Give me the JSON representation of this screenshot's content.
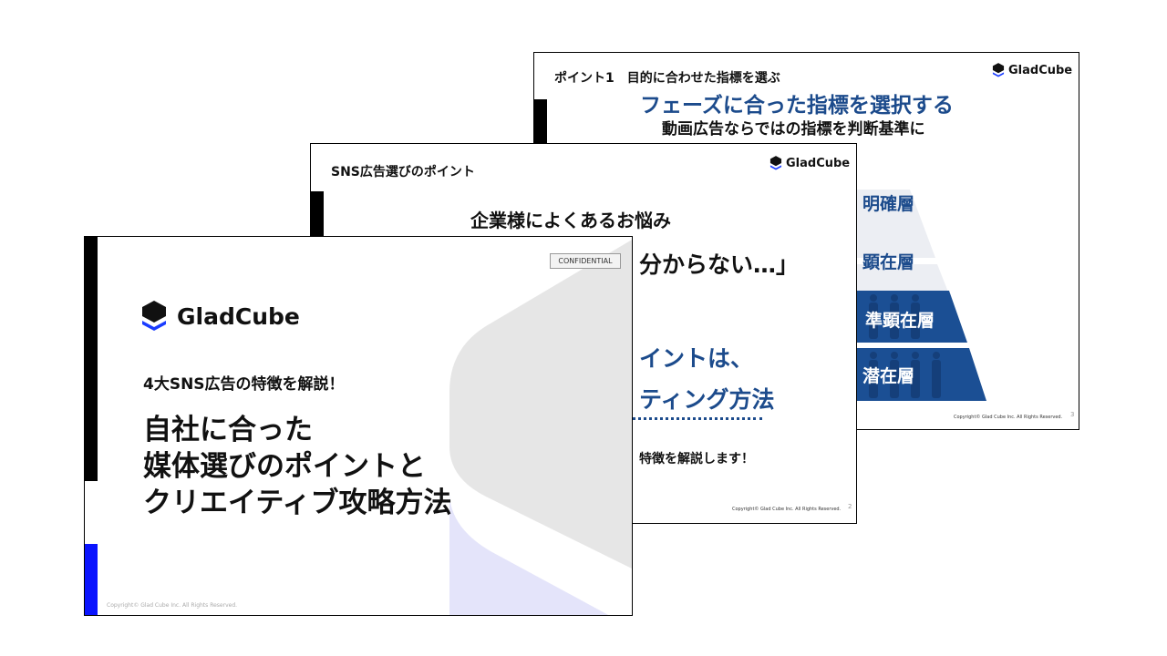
{
  "brand": {
    "name": "GladCube"
  },
  "colors": {
    "navy": "#1c4b8c",
    "pyramid_dark": "#1b4f94",
    "pyramid_light": "#eceef3",
    "accent_blue": "#0a14ff",
    "shape_gray": "#e6e6e6",
    "shape_lavender": "#e4e4fa"
  },
  "slide3": {
    "title": "ポイント1　目的に合わせた指標を選ぶ",
    "heading": "フェーズに合った指標を選択する",
    "subheading": "動画広告ならではの指標を判断基準に",
    "tiers": [
      "明確層",
      "顕在層",
      "準顕在層",
      "潜在層"
    ],
    "copyright": "Copyright© Glad Cube Inc. All Rights Reserved.",
    "page_number": "3"
  },
  "slide2": {
    "title": "SNS広告選びのポイント",
    "lead": "企業様によくあるお悩み",
    "quote": "分からない…」",
    "point_line1": "イントは、",
    "point_line2": "ティング方法",
    "body": "特徴を解説します！",
    "copyright": "Copyright© Glad Cube Inc. All Rights Reserved.",
    "page_number": "2"
  },
  "slide1": {
    "badge": "CONFIDENTIAL",
    "subtitle": "4大SNS広告の特徴を解説！",
    "title_lines": [
      "自社に合った",
      "媒体選びのポイントと",
      "クリエイティブ攻略方法"
    ],
    "copyright": "Copyright© Glad Cube Inc. All Rights Reserved."
  }
}
